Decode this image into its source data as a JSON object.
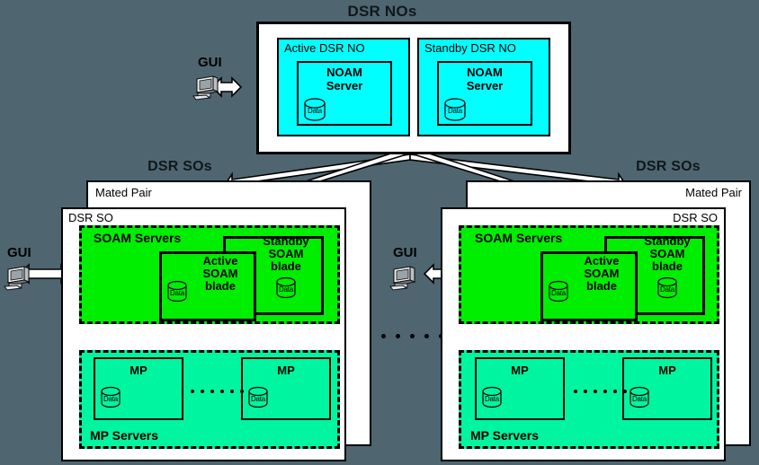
{
  "background_color": "#4f6670",
  "palette": {
    "no_fill": "#00ffff",
    "soam_fill": "#00ee00",
    "mp_fill": "#00f5a0",
    "container_fill": "#ffffff",
    "line": "#000000",
    "arrow_fill": "#ffffff"
  },
  "titles": {
    "no_tier": "DSR NOs",
    "so_tier_left": "DSR SOs",
    "so_tier_right": "DSR SOs"
  },
  "gui": {
    "label": "GUI",
    "icon": "workstation-icon",
    "instances": [
      {
        "label": "GUI",
        "position": "top-no"
      },
      {
        "label": "GUI",
        "position": "left-so"
      },
      {
        "label": "GUI",
        "position": "middle-so"
      }
    ]
  },
  "no_tier": {
    "nodes": [
      {
        "title": "Active DSR NO",
        "server": {
          "line1": "NOAM",
          "line2": "Server",
          "database_label": "Data"
        }
      },
      {
        "title": "Standby DSR NO",
        "server": {
          "line1": "NOAM",
          "line2": "Server",
          "database_label": "Data"
        }
      }
    ]
  },
  "so_sites": [
    {
      "id": "left",
      "mated_pair_label": "Mated Pair",
      "dsr_so_label": "DSR SO",
      "soam": {
        "group_label": "SOAM Servers",
        "active": {
          "line1": "Active",
          "line2": "SOAM",
          "line3": "blade",
          "database_label": "Data"
        },
        "standby": {
          "line1": "Standby",
          "line2": "SOAM",
          "line3": "blade",
          "database_label": "Data"
        }
      },
      "mp": {
        "group_label": "MP Servers",
        "nodes": [
          {
            "title": "MP",
            "database_label": "Data"
          },
          {
            "title": "MP",
            "database_label": "Data"
          }
        ],
        "ellipsis_dots": 6
      }
    },
    {
      "id": "right",
      "mated_pair_label": "Mated Pair",
      "dsr_so_label": "DSR SO",
      "soam": {
        "group_label": "SOAM Servers",
        "active": {
          "line1": "Active",
          "line2": "SOAM",
          "line3": "blade",
          "database_label": "Data"
        },
        "standby": {
          "line1": "Standby",
          "line2": "SOAM",
          "line3": "blade",
          "database_label": "Data"
        }
      },
      "mp": {
        "group_label": "MP Servers",
        "nodes": [
          {
            "title": "MP",
            "database_label": "Data"
          },
          {
            "title": "MP",
            "database_label": "Data"
          }
        ],
        "ellipsis_dots": 6
      }
    }
  ],
  "site_ellipsis_dots": 7
}
